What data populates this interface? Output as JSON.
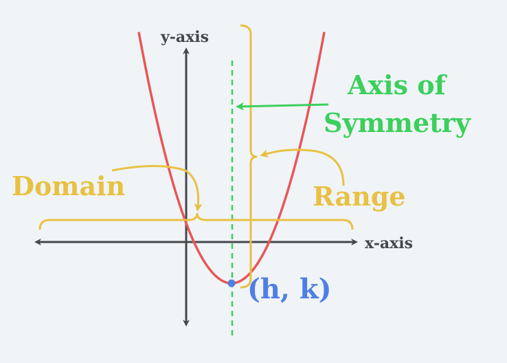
{
  "labels": {
    "y_axis": "y-axis",
    "x_axis": "x-axis",
    "axis_of_symmetry_line1": "Axis of",
    "axis_of_symmetry_line2": "Symmetry",
    "domain": "Domain",
    "range": "Range",
    "vertex": "(h, k)"
  },
  "colors": {
    "background": "#f0f4f7",
    "axes": "#44484d",
    "parabola": "#e85656",
    "symmetry": "#3ccf5c",
    "brace": "#e8c143",
    "vertex": "#4f7fe3"
  }
}
